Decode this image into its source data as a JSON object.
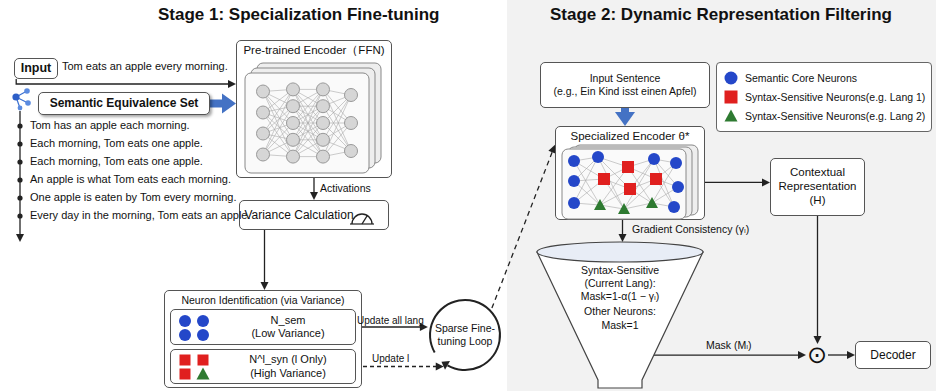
{
  "diagram": {
    "nodes": [
      {
        "text": [
          "Input"
        ]
      },
      {
        "text": [
          "Semantic Equivalence Set"
        ]
      },
      {
        "text": [
          "Pre-trained Encoder（FFN)"
        ]
      },
      {
        "text": [
          "Variance Calculation"
        ]
      },
      {
        "text": [
          "Neuron Identification (via Variance)"
        ]
      },
      {
        "text": [
          "N_sem",
          "(Low Variance)"
        ],
        "in": 4
      },
      {
        "text": [
          "N^l_syn (l Only)",
          "(High Variance)"
        ],
        "in": 4
      },
      {
        "text": [
          "Sparse Fine-tuning Loop"
        ]
      },
      {
        "text": [
          "Input Sentence",
          "(e.g., Ein Kind isst einen Apfel)"
        ]
      },
      {
        "text": [
          "Specialized Encoder θ*"
        ]
      },
      {
        "text": [
          "Contextual Representation",
          "(H)"
        ]
      },
      {
        "text": [
          "Syntax-Sensitive (Current Lang): Mask=1-α(1 − γₗ)",
          "Other Neurons: Mask=1"
        ]
      },
      {
        "text": [
          "⊙"
        ]
      },
      {
        "text": [
          "Decoder"
        ]
      }
    ],
    "edges": [
      {
        "from": 0,
        "to": 2,
        "arrow": "to"
      },
      {
        "from": 1,
        "to": 2,
        "arrow": "to"
      },
      {
        "from": 2,
        "to": 3,
        "label": "Activations",
        "arrow": "to"
      },
      {
        "from": 3,
        "to": 4,
        "arrow": "to"
      },
      {
        "from": 5,
        "to": 7,
        "label": "Update all lang",
        "arrow": "to"
      },
      {
        "from": 6,
        "to": 7,
        "label": "Update l",
        "arrow": "to"
      },
      {
        "from": 7,
        "to": 9,
        "arrow": "to"
      },
      {
        "from": 8,
        "to": 9,
        "arrow": "to"
      },
      {
        "from": 9,
        "to": 10,
        "arrow": "to"
      },
      {
        "from": 9,
        "to": 11,
        "label": "Gradient Consistency (γₗ)",
        "arrow": "to"
      },
      {
        "from": 11,
        "to": 12,
        "label": "Mask (Mₗ)",
        "arrow": "to"
      },
      {
        "from": 10,
        "to": 12,
        "arrow": "to"
      },
      {
        "from": 12,
        "to": 13,
        "arrow": "to"
      }
    ],
    "labels": [
      "Stage 1: Specialization Fine-tuning",
      "Tom eats an apple every morning.",
      "Tom has an apple each morning.",
      "Each morning, Tom eats one apple.",
      "Each morning, Tom eats one apple.",
      "An apple is what Tom eats each morning.",
      "One apple is eaten by Tom every morning.",
      "Every day in the morning, Tom eats an apple.",
      "Stage 2: Dynamic Representation Filtering"
    ],
    "legend": [
      {
        "text": "Semantic Core Neurons"
      },
      {
        "text": "Syntax-Sensitive Neurons(e.g. Lang 1)"
      },
      {
        "text": "Syntax-Sensitive Neurons(e.g. Lang 2)"
      }
    ]
  }
}
